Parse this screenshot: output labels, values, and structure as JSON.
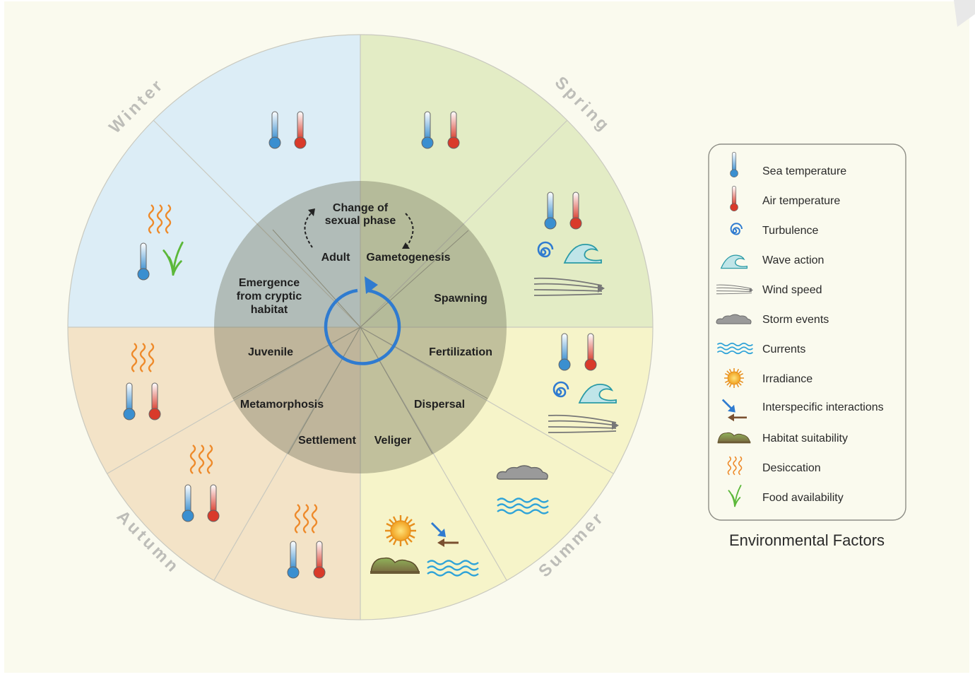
{
  "seasons": {
    "winter": "Winter",
    "spring": "Spring",
    "summer": "Summer",
    "autumn": "Autumn"
  },
  "stages": {
    "change_line1": "Change of",
    "change_line2": "sexual phase",
    "adult": "Adult",
    "gametogenesis": "Gametogenesis",
    "spawning": "Spawning",
    "fertilization": "Fertilization",
    "dispersal": "Dispersal",
    "veliger": "Veliger",
    "settlement": "Settlement",
    "metamorphosis": "Metamorphosis",
    "juvenile": "Juvenile",
    "emergence_line1": "Emergence",
    "emergence_line2": "from cryptic",
    "emergence_line3": "habitat"
  },
  "legend": {
    "title": "Environmental Factors",
    "items": [
      {
        "label": "Sea temperature",
        "icon": "sea-temperature-icon"
      },
      {
        "label": "Air temperature",
        "icon": "air-temperature-icon"
      },
      {
        "label": "Turbulence",
        "icon": "turbulence-icon"
      },
      {
        "label": "Wave action",
        "icon": "wave-action-icon"
      },
      {
        "label": "Wind speed",
        "icon": "wind-speed-icon"
      },
      {
        "label": "Storm events",
        "icon": "storm-icon"
      },
      {
        "label": "Currents",
        "icon": "currents-icon"
      },
      {
        "label": "Irradiance",
        "icon": "sun-icon"
      },
      {
        "label": "Interspecific interactions",
        "icon": "interactions-icon"
      },
      {
        "label": "Habitat suitability",
        "icon": "habitat-icon"
      },
      {
        "label": "Desiccation",
        "icon": "desiccation-icon"
      },
      {
        "label": "Food availability",
        "icon": "food-icon"
      }
    ]
  },
  "colors": {
    "winter": "#dcedf6",
    "spring": "#e3ecc5",
    "summer": "#f6f4c9",
    "autumn": "#f3e3c7",
    "inner_circle": "#a8a89a",
    "cycle_arrow": "#2f7bd0"
  }
}
